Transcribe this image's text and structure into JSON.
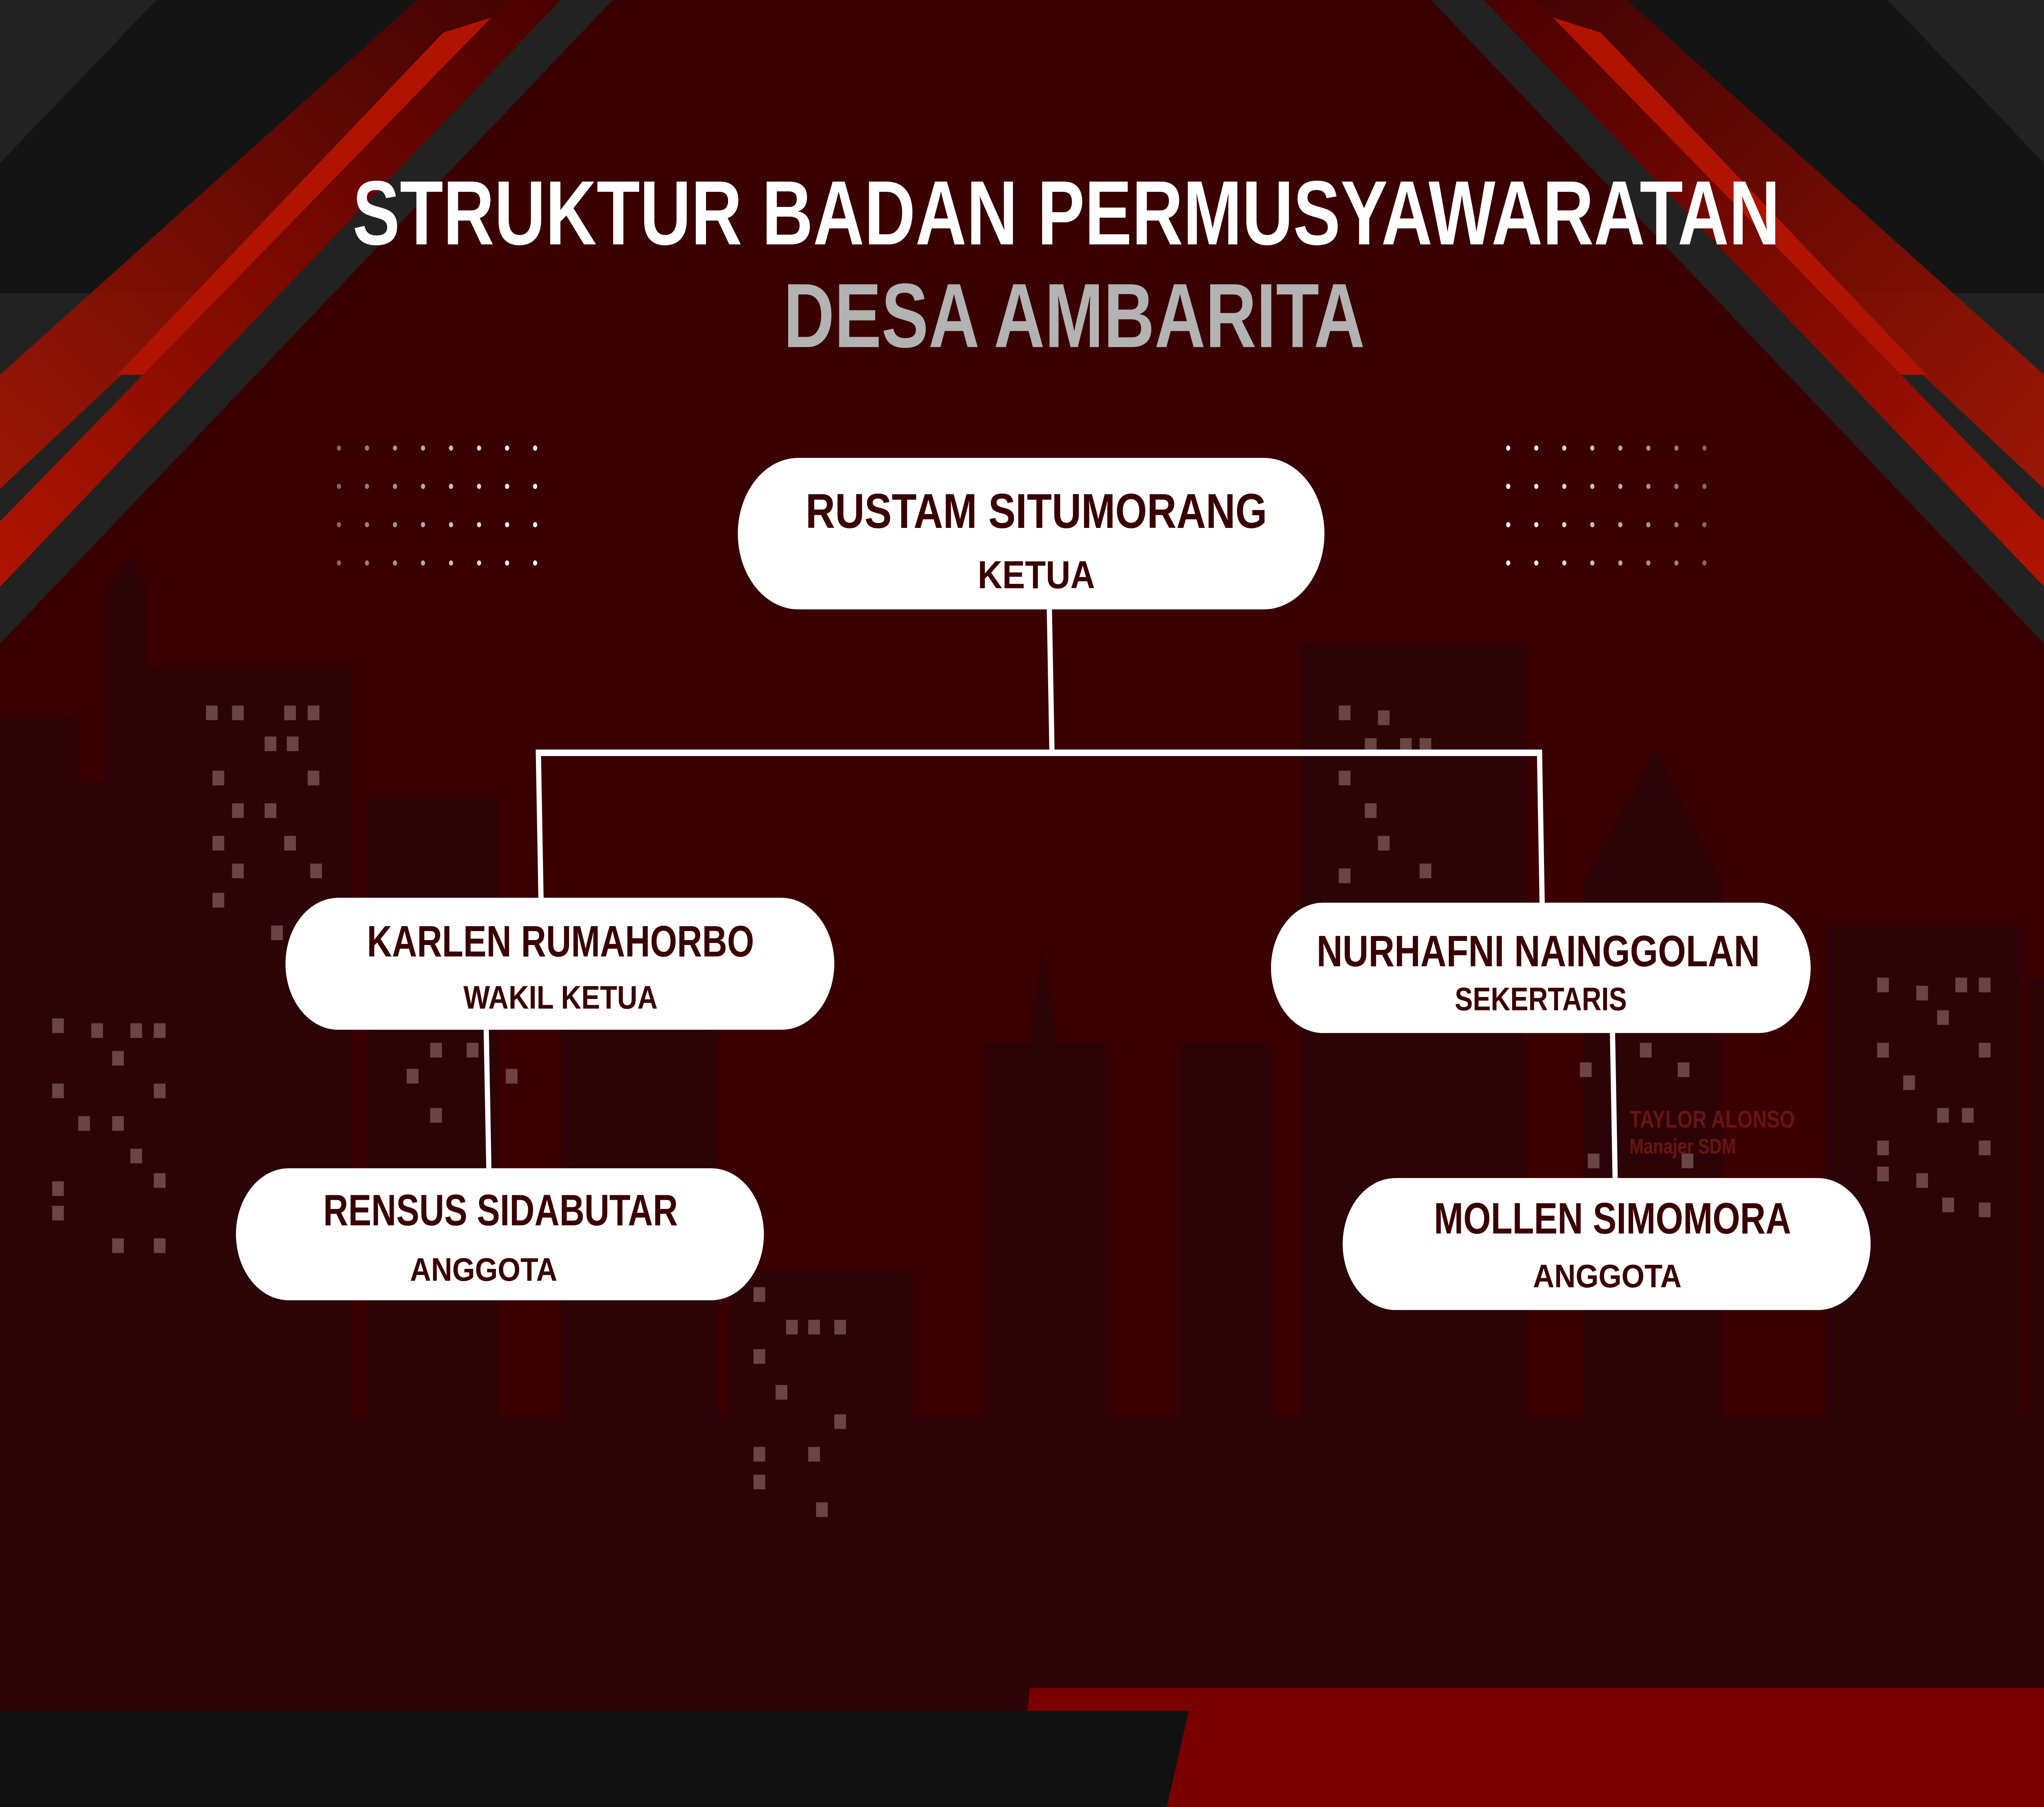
{
  "title": {
    "line1": "STRUKTUR BADAN PERMUSYAWARATAN",
    "line2": "DESA AMBARITA"
  },
  "org": {
    "ketua": {
      "name": "RUSTAM SITUMORANG",
      "role": "KETUA"
    },
    "wakil": {
      "name": "KARLEN RUMAHORBO",
      "role": "WAKIL KETUA"
    },
    "sekretaris": {
      "name": "NURHAFNI NAINGGOLAN",
      "role": "SEKERTARIS"
    },
    "anggota1": {
      "name": "RENSUS SIDABUTAR",
      "role": "ANGGOTA"
    },
    "anggota2": {
      "name": "MOLLEN SIMOMORA",
      "role": "ANGGOTA"
    }
  },
  "faint_placeholder": {
    "name": "TAYLOR ALONSO",
    "role": "Manajer SDM"
  },
  "colors": {
    "background": "#3a0000",
    "accent_red": "#b01400",
    "box_fill": "#ffffff",
    "box_text": "#3a0000",
    "title_primary": "#ffffff",
    "title_secondary": "#b3b3b3"
  }
}
